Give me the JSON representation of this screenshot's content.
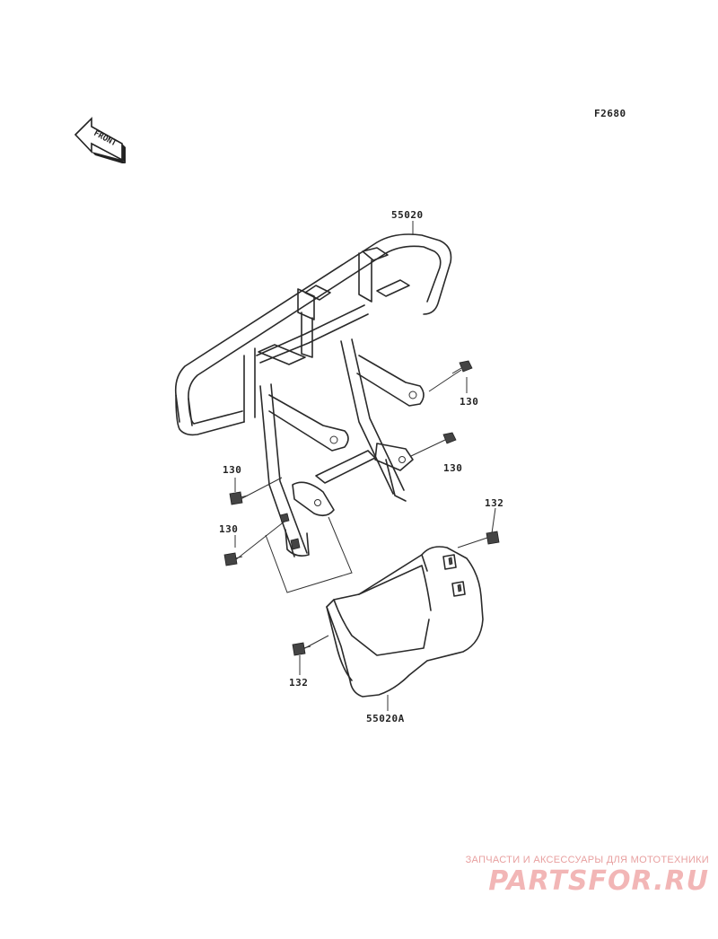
{
  "diagram": {
    "figure_code": "F2680",
    "front_arrow_label": "FRONT",
    "callouts": {
      "guard_main": "55020",
      "guard_cover": "55020A",
      "bolt_upper_right": "130",
      "bolt_mid_right": "130",
      "bolt_left_upper": "130",
      "bolt_left_lower": "130",
      "bolt_cover_right": "132",
      "bolt_cover_left": "132"
    }
  },
  "watermark": {
    "tagline": "ЗАПЧАСТИ И АКСЕССУАРЫ ДЛЯ МОТОТЕХНИКИ",
    "logo": "PARTSFOR.RU"
  }
}
